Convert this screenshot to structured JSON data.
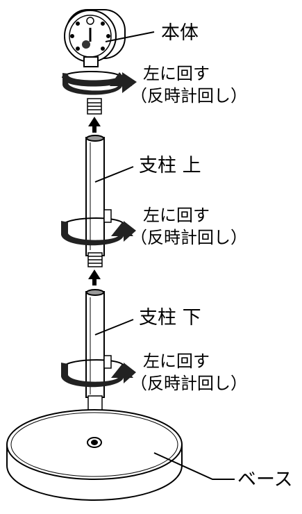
{
  "labels": {
    "body": "本体",
    "pole_upper": "支柱 上",
    "pole_lower": "支柱 下",
    "base": "ベース",
    "turn_left": "左に回す",
    "counterclockwise": "（反時計回し）"
  },
  "icons": [
    "rotate-arrow-icon",
    "up-arrow-icon"
  ],
  "colors": {
    "line": "#000000",
    "fill": "#ffffff",
    "shade": "#222222"
  }
}
